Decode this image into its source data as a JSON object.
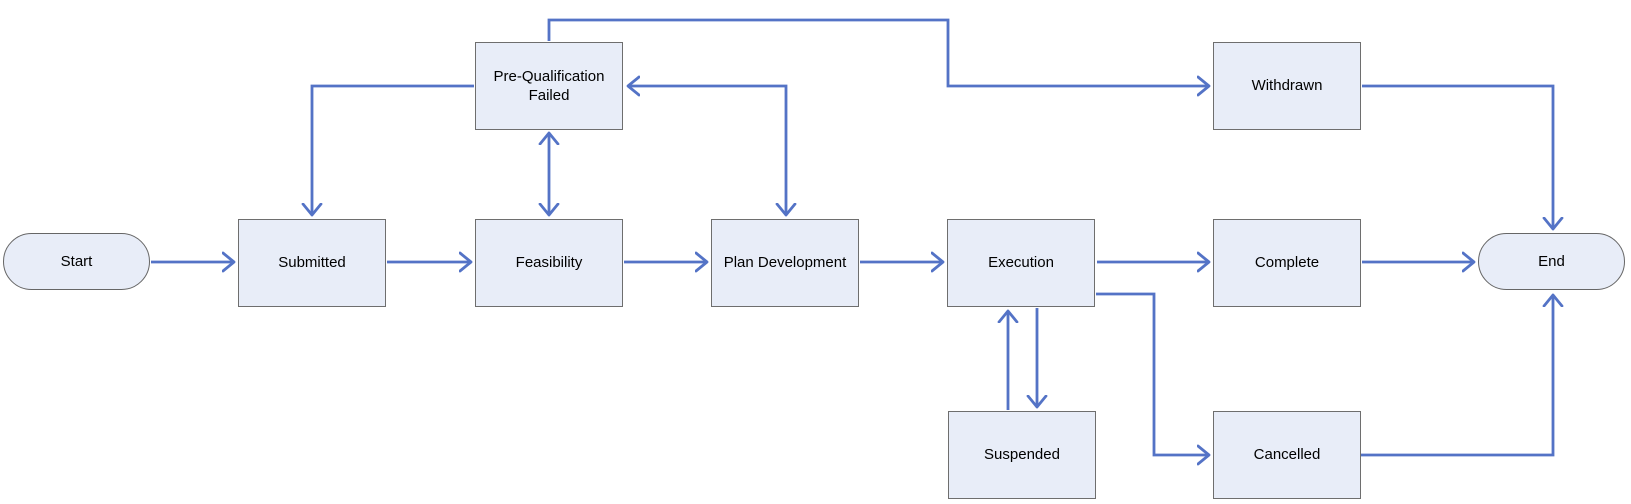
{
  "diagram": {
    "type": "flowchart",
    "description": "Project workflow state diagram",
    "colors": {
      "node_fill": "#E8EDF8",
      "node_border": "#6E6E6E",
      "connector": "#5473C6",
      "background": "#FFFFFF",
      "text": "#000000"
    },
    "nodes": {
      "start": {
        "label": "Start",
        "shape": "terminator"
      },
      "submitted": {
        "label": "Submitted",
        "shape": "process"
      },
      "feasibility": {
        "label": "Feasibility",
        "shape": "process"
      },
      "plan_development": {
        "label": "Plan Development",
        "shape": "process"
      },
      "execution": {
        "label": "Execution",
        "shape": "process"
      },
      "complete": {
        "label": "Complete",
        "shape": "process"
      },
      "end": {
        "label": "End",
        "shape": "terminator"
      },
      "prequal_failed": {
        "label": "Pre-Qualification Failed",
        "shape": "process"
      },
      "withdrawn": {
        "label": "Withdrawn",
        "shape": "process"
      },
      "suspended": {
        "label": "Suspended",
        "shape": "process"
      },
      "cancelled": {
        "label": "Cancelled",
        "shape": "process"
      }
    },
    "edges": [
      {
        "from": "Start",
        "to": "Submitted",
        "bidirectional": false
      },
      {
        "from": "Submitted",
        "to": "Feasibility",
        "bidirectional": false
      },
      {
        "from": "Feasibility",
        "to": "Plan Development",
        "bidirectional": false
      },
      {
        "from": "Plan Development",
        "to": "Execution",
        "bidirectional": false
      },
      {
        "from": "Execution",
        "to": "Complete",
        "bidirectional": false
      },
      {
        "from": "Complete",
        "to": "End",
        "bidirectional": false
      },
      {
        "from": "Feasibility",
        "to": "Pre-Qualification Failed",
        "bidirectional": true
      },
      {
        "from": "Pre-Qualification Failed",
        "to": "Submitted",
        "bidirectional": false
      },
      {
        "from": "Plan Development",
        "to": "Pre-Qualification Failed",
        "bidirectional": true
      },
      {
        "from": "Pre-Qualification Failed",
        "to": "Withdrawn",
        "bidirectional": false
      },
      {
        "from": "Withdrawn",
        "to": "End",
        "bidirectional": false
      },
      {
        "from": "Execution",
        "to": "Suspended",
        "bidirectional": false
      },
      {
        "from": "Suspended",
        "to": "Execution",
        "bidirectional": false
      },
      {
        "from": "Execution",
        "to": "Cancelled",
        "bidirectional": false
      },
      {
        "from": "Cancelled",
        "to": "End",
        "bidirectional": false
      }
    ]
  }
}
